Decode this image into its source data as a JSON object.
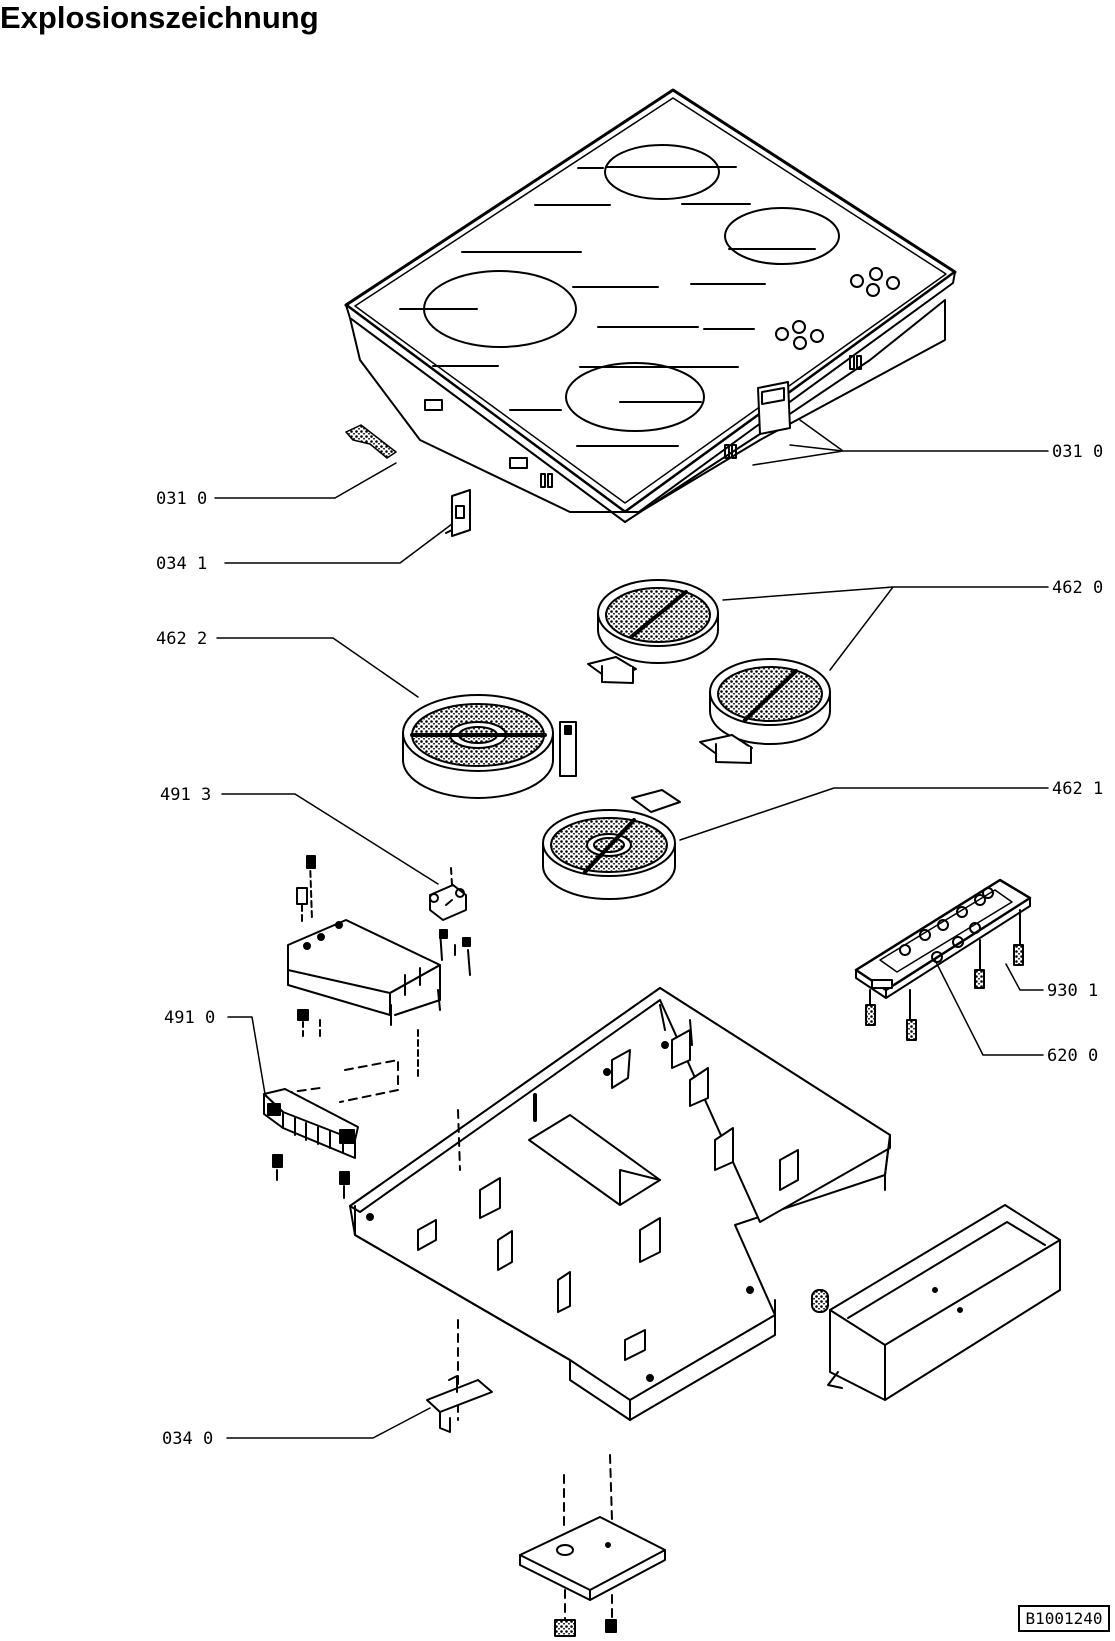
{
  "title": "Explosionszeichnung",
  "document_number": "B1001240",
  "part_labels": {
    "p0310_left": "031 0",
    "p0310_right": "031 0",
    "p0341": "034 1",
    "p4620": "462 0",
    "p4622": "462 2",
    "p4621": "462 1",
    "p4913": "491 3",
    "p4910": "491 0",
    "p9301": "930 1",
    "p6200": "620 0",
    "p0340": "034 0"
  }
}
